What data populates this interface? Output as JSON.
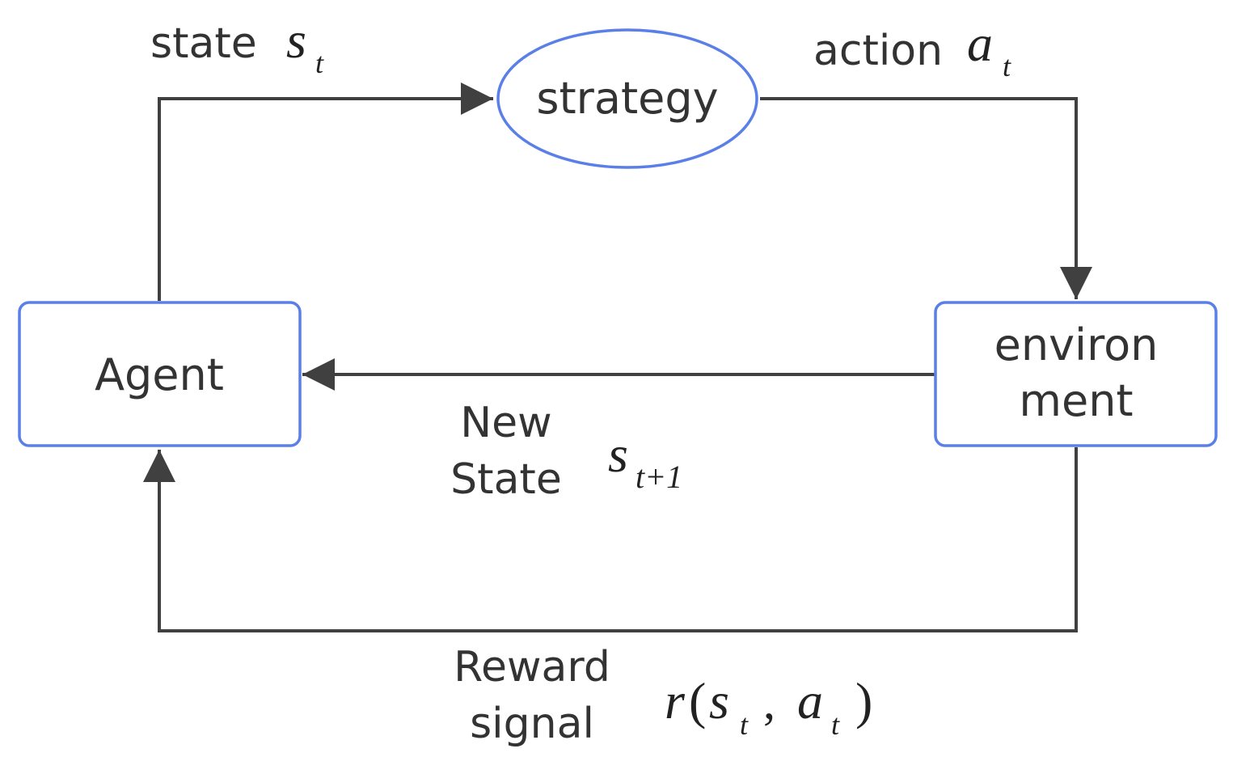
{
  "colors": {
    "node_border": "#5b7fe8",
    "connector": "#404040",
    "text": "#333333"
  },
  "nodes": {
    "strategy": "strategy",
    "agent": "Agent",
    "environment_line1": "environ",
    "environment_line2": "ment"
  },
  "edges": {
    "state": {
      "label": "state",
      "symbol": "s",
      "subscript": "t"
    },
    "action": {
      "label": "action",
      "symbol": "a",
      "subscript": "t"
    },
    "new_state": {
      "label_line1": "New",
      "label_line2": "State",
      "symbol": "s",
      "subscript": "t+1"
    },
    "reward": {
      "label_line1": "Reward",
      "label_line2": "signal",
      "func": "r",
      "open_paren": "(",
      "arg1": "s",
      "arg1_sub": "t",
      "comma": ",",
      "arg2": "a",
      "arg2_sub": "t",
      "close_paren": ")"
    }
  }
}
